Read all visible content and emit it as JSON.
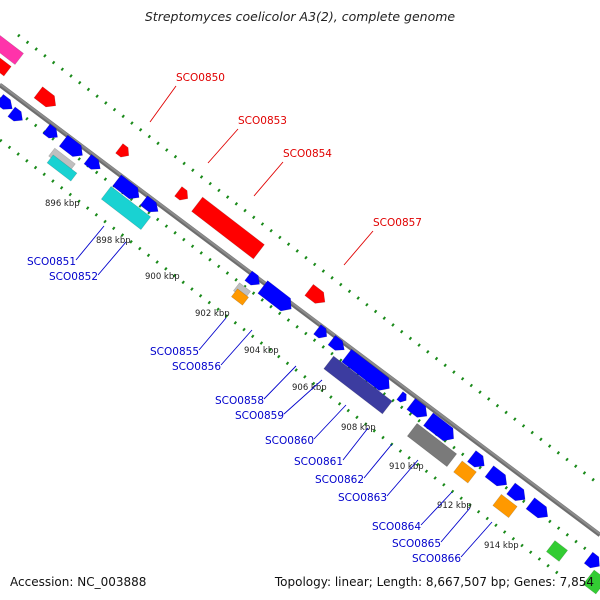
{
  "title": "Streptomyces coelicolor A3(2), complete genome",
  "footer": {
    "accession": "Accession: NC_003888",
    "summary": "Topology: linear; Length: 8,667,507 bp; Genes: 7,854"
  },
  "colors": {
    "backbone": "#8c8c8c",
    "forward_label": "#e00000",
    "reverse_label": "#0000cc",
    "gc_dots": "#1a8a1a",
    "red": "#ff0000",
    "blue": "#0000ff",
    "cyan": "#19d2d2",
    "navy": "#3c3ca0",
    "grey": "#7a7a7a",
    "silver": "#bfbfbf",
    "orange": "#ff9900",
    "green": "#33cc33",
    "magenta": "#ff33aa"
  },
  "kbp_ticks": [
    {
      "text": "896 kbp"
    },
    {
      "text": "898 kbp"
    },
    {
      "text": "900 kbp"
    },
    {
      "text": "902 kbp"
    },
    {
      "text": "904 kbp"
    },
    {
      "text": "906 kbp"
    },
    {
      "text": "908 kbp"
    },
    {
      "text": "910 kbp"
    },
    {
      "text": "912 kbp"
    },
    {
      "text": "914 kbp"
    }
  ],
  "forward_labels": [
    "SCO0850",
    "SCO0853",
    "SCO0854",
    "SCO0857"
  ],
  "reverse_labels": [
    "SCO0851",
    "SCO0852",
    "SCO0855",
    "SCO0856",
    "SCO0858",
    "SCO0859",
    "SCO0860",
    "SCO0861",
    "SCO0862",
    "SCO0863",
    "SCO0864",
    "SCO0865",
    "SCO0866"
  ]
}
